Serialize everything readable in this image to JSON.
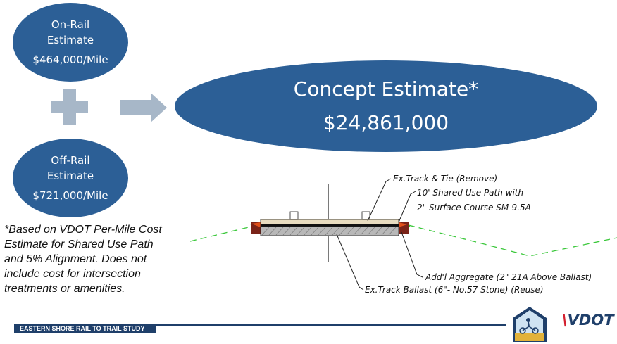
{
  "on_rail": {
    "line1": "On-Rail",
    "line2": "Estimate",
    "value": "$464,000/Mile"
  },
  "off_rail": {
    "line1": "Off-Rail",
    "line2": "Estimate",
    "value": "$721,000/Mile"
  },
  "concept": {
    "title": "Concept Estimate*",
    "value": "$24,861,000"
  },
  "footnote": "*Based on VDOT Per-Mile Cost Estimate for Shared Use Path and 5% Alignment. Does not include cost for intersection treatments or amenities.",
  "diagram": {
    "label_track_tie": "Ex.Track & Tie (Remove)",
    "label_path_line1": "10' Shared Use Path with",
    "label_path_line2": "2\" Surface Course SM-9.5A",
    "label_aggregate": "Add'l Aggregate (2\" 21A Above Ballast)",
    "label_ballast": "Ex.Track Ballast (6\"- No.57 Stone) (Reuse)"
  },
  "footer": {
    "study_title": "EASTERN SHORE RAIL TO TRAIL STUDY",
    "logo_text": "VDOT"
  },
  "colors": {
    "oval_blue": "#2c5f96",
    "footer_navy": "#1f3f6a",
    "plus_gray": "#a7b7c8",
    "slope_green": "#3cc83c",
    "vdot_red": "#d3202f"
  }
}
